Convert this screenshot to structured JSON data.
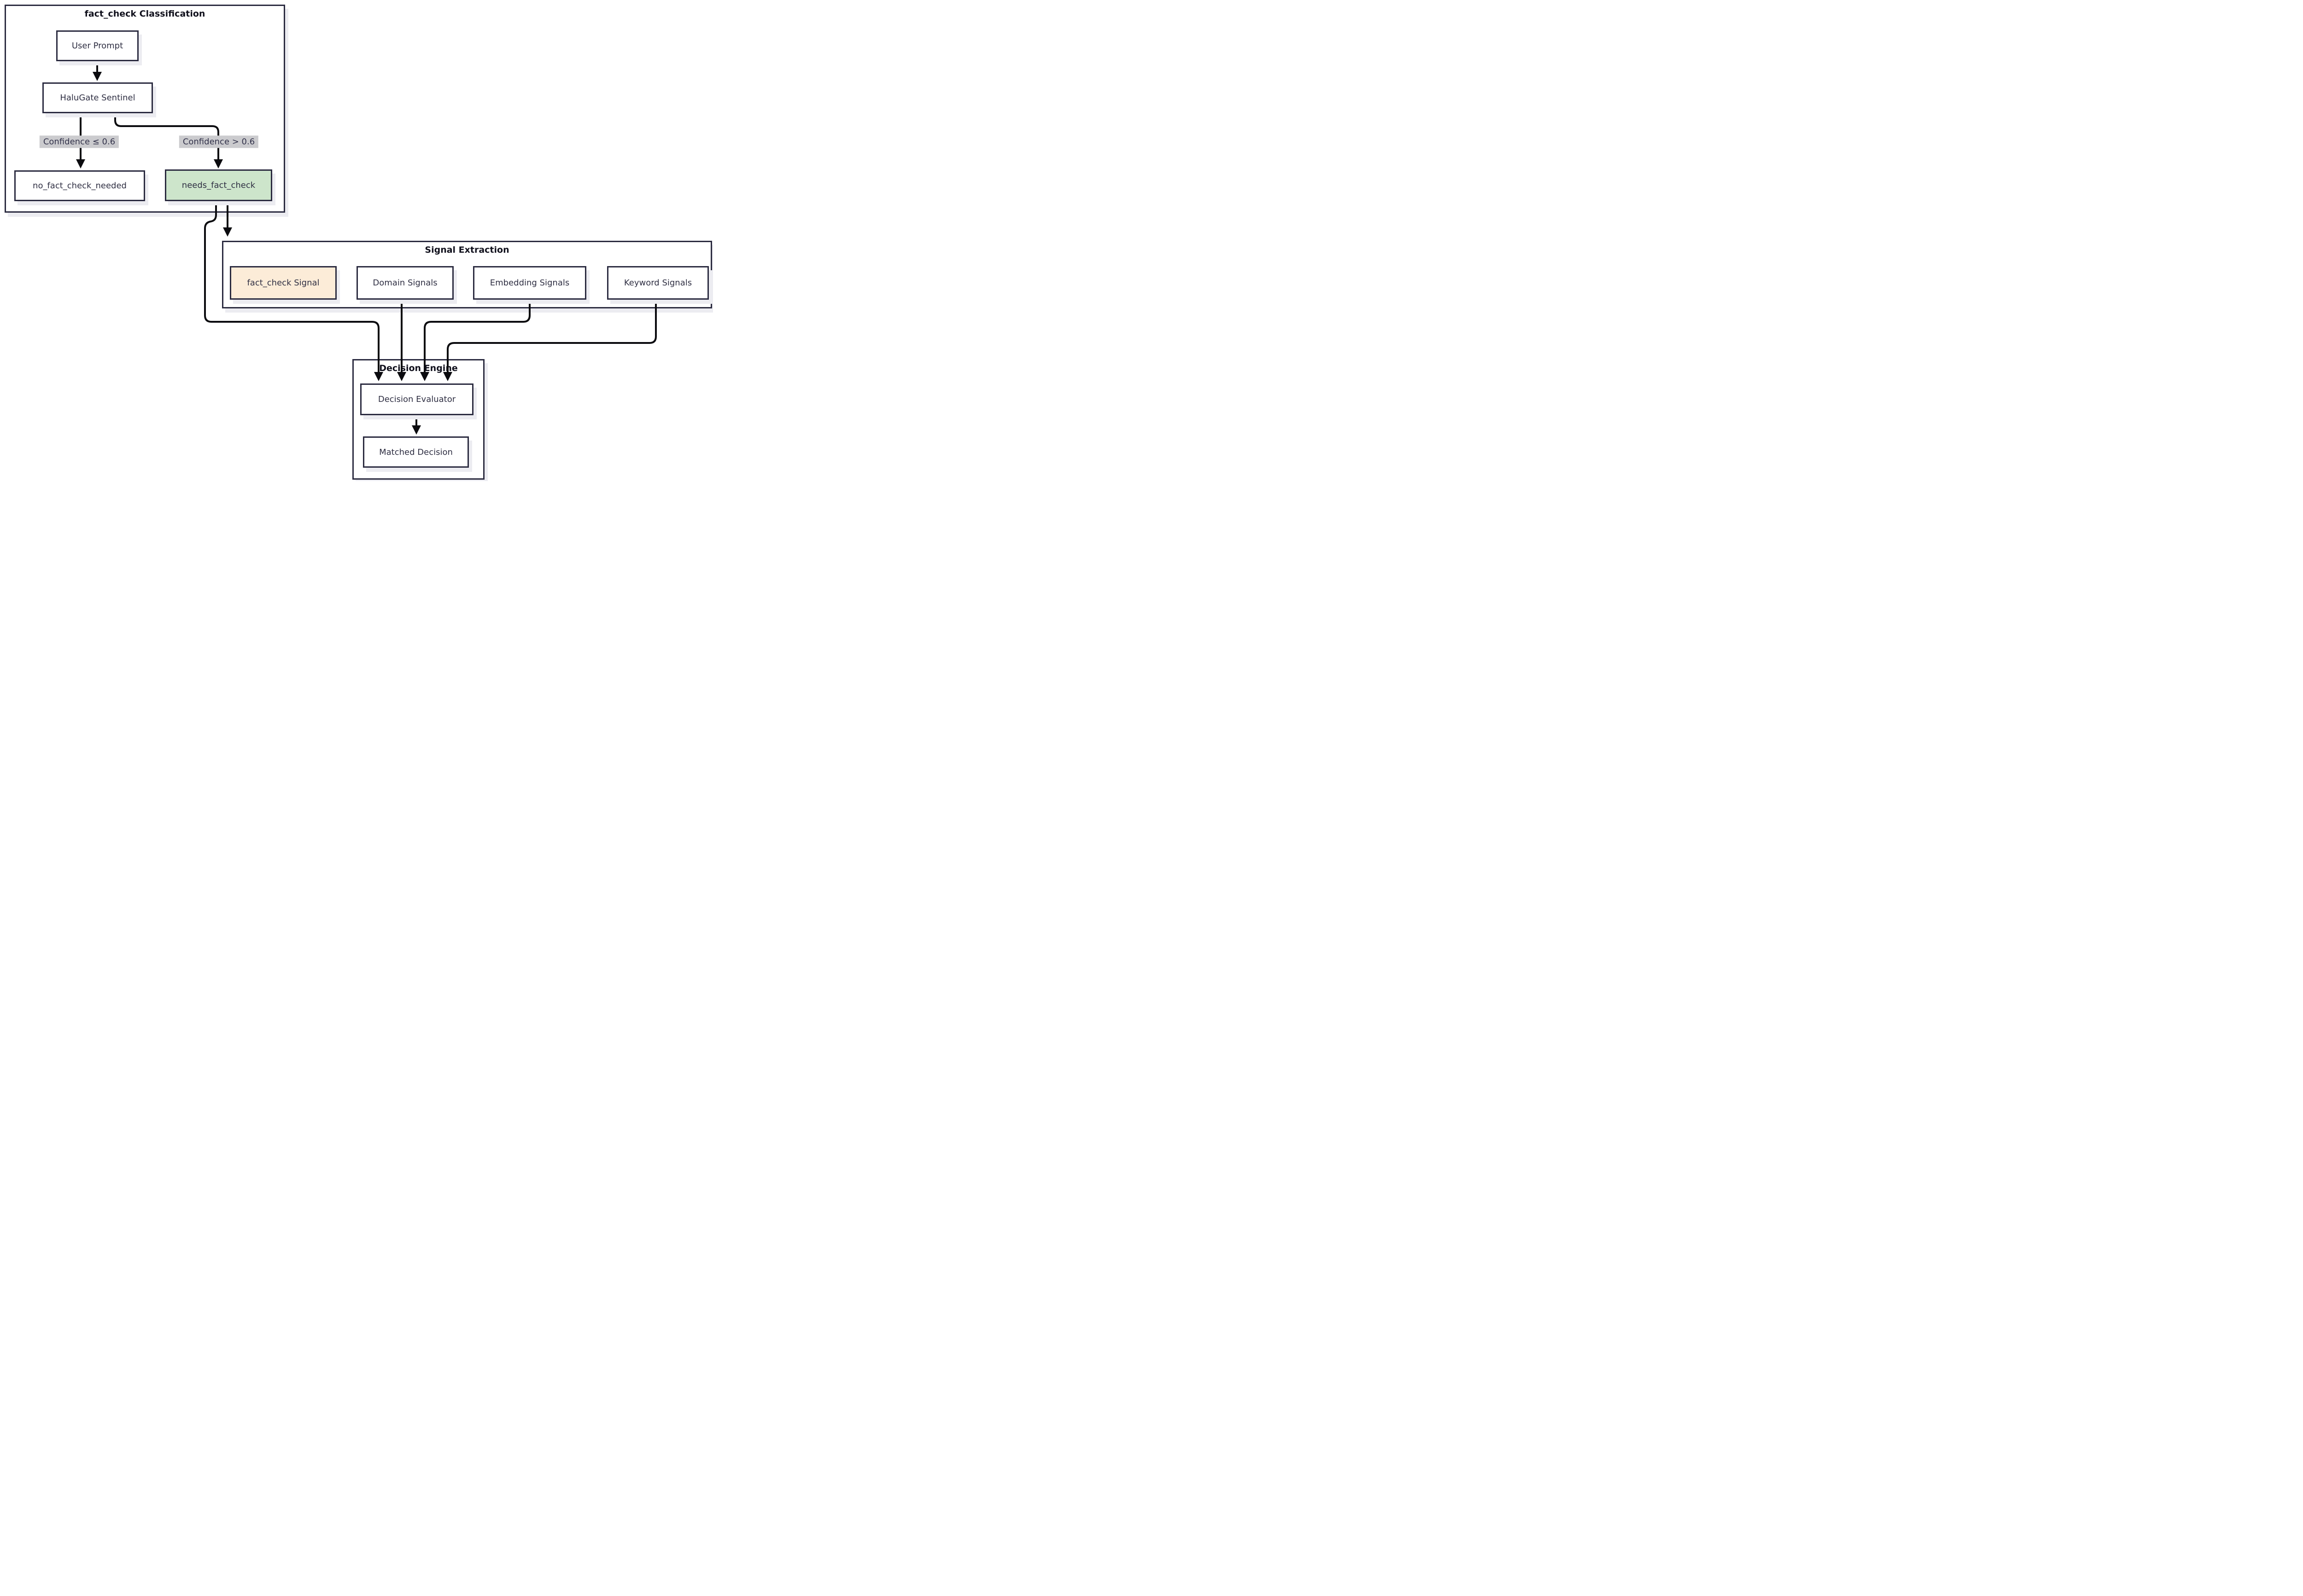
{
  "subgraphs": {
    "classification": {
      "title": "fact_check Classification"
    },
    "signal_extraction": {
      "title": "Signal Extraction"
    },
    "decision_engine": {
      "title": "Decision Engine"
    }
  },
  "nodes": {
    "user_prompt": "User Prompt",
    "halugate_sentinel": "HaluGate Sentinel",
    "no_fact_check_needed": "no_fact_check_needed",
    "needs_fact_check": "needs_fact_check",
    "fact_check_signal": "fact_check Signal",
    "domain_signals": "Domain Signals",
    "embedding_signals": "Embedding Signals",
    "keyword_signals": "Keyword Signals",
    "decision_evaluator": "Decision Evaluator",
    "matched_decision": "Matched Decision"
  },
  "edge_labels": {
    "low_confidence": "Confidence ≤ 0.6",
    "high_confidence": "Confidence > 0.6"
  },
  "colors": {
    "node_border": "#2b2b40",
    "node_text": "#2e2e42",
    "subgraph_title_text": "#10101c",
    "edge_stroke": "#0b0b0f",
    "highlight_green_fill": "#cde5cb",
    "highlight_peach_fill": "#fcecd8",
    "edge_label_background": "#cbcbce",
    "shadow": "#ececf1",
    "background": "#ffffff"
  }
}
